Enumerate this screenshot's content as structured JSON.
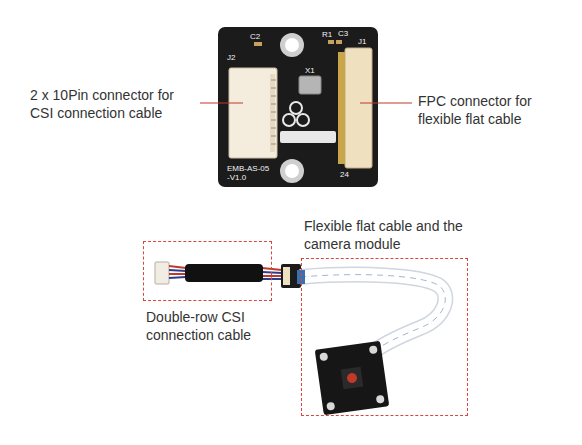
{
  "diagram": {
    "nodes": [
      {
        "text": [
          "Double-row CSI connection cable"
        ]
      },
      {
        "text": [
          "Flexible flat cable and the camera module"
        ]
      }
    ],
    "labels": [
      "2 x 10Pin connector for CSI connection cable",
      "FPC connector for flexible flat cable",
      "J2",
      "C2",
      "R1",
      "C3",
      "J1",
      "X1",
      "24",
      "EMB-AS-05 -V1.0"
    ]
  }
}
